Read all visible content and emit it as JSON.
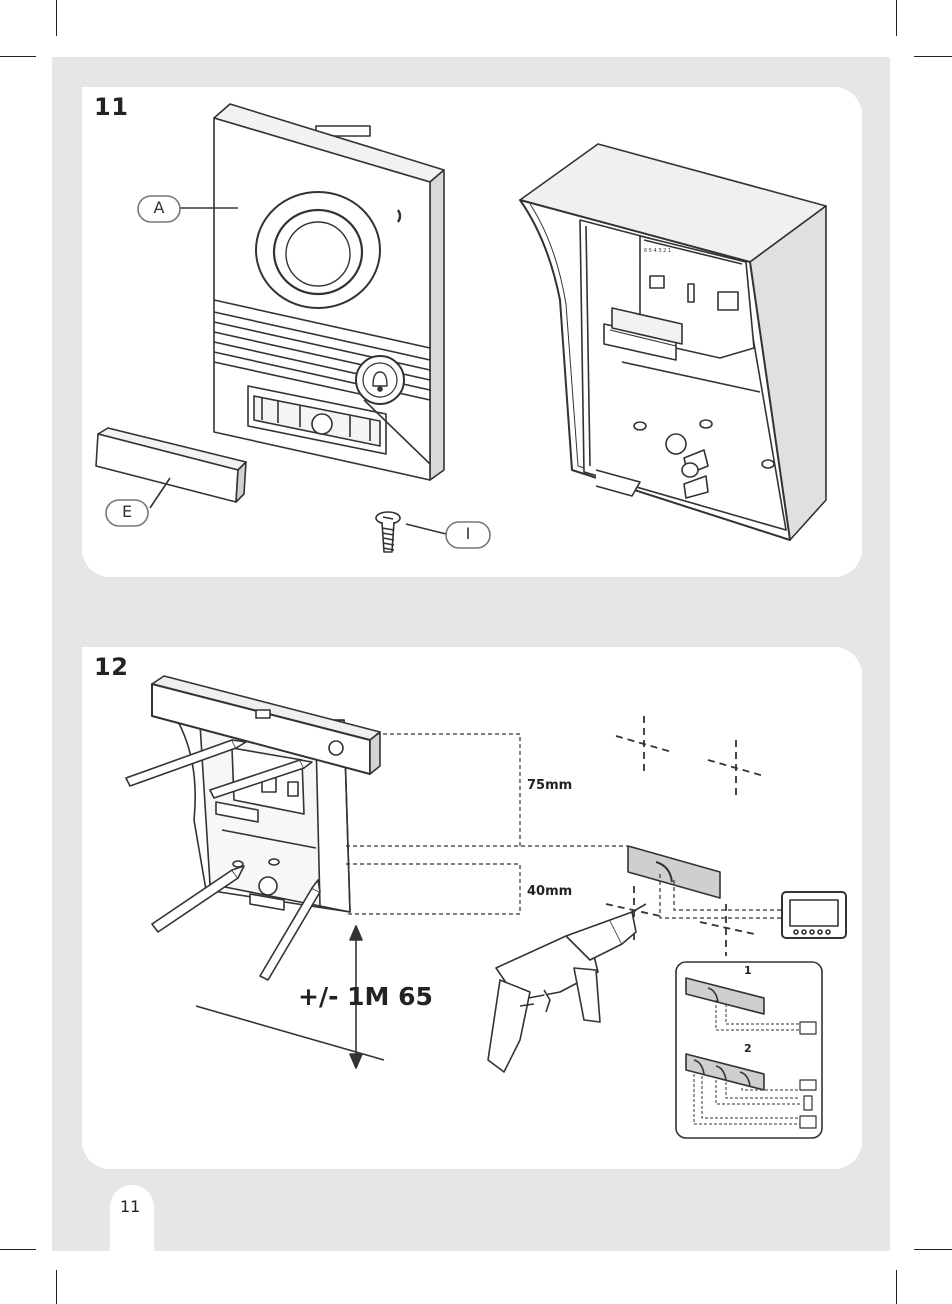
{
  "colors": {
    "sheet": "#e6e6e7",
    "panel": "#ffffff",
    "line": "#333333",
    "shade": "#bdbdbd"
  },
  "page_number": "11",
  "step11": {
    "number": "11",
    "labels": {
      "panel": "A",
      "cover": "E",
      "screw": "I"
    }
  },
  "step12": {
    "number": "12",
    "dim_top": "75mm",
    "dim_bottom": "40mm",
    "height": "+/- 1M 65",
    "inset_1": "1",
    "inset_2": "2"
  }
}
